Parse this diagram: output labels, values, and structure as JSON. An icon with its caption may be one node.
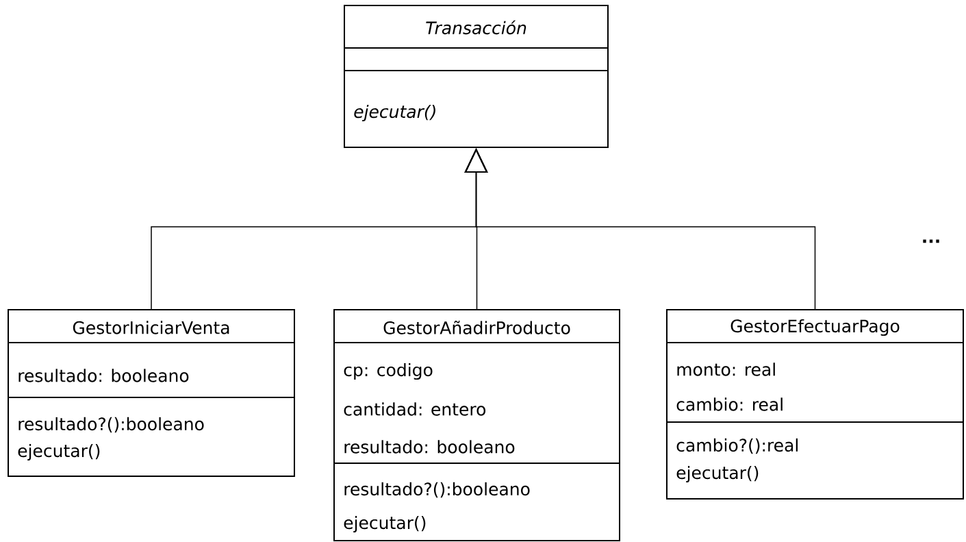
{
  "diagram": {
    "nodes": [
      {
        "text": [
          "Transacción",
          "ejecutar()"
        ]
      },
      {
        "text": [
          "GestorIniciarVenta",
          "resultado: booleano",
          "resultado?():booleano",
          "ejecutar()"
        ]
      },
      {
        "text": [
          "GestorAñadirProducto",
          "cp: codigo",
          "cantidad: entero",
          "resultado: booleano",
          "resultado?():booleano",
          "ejecutar()"
        ]
      },
      {
        "text": [
          "GestorEfectuarPago",
          "monto: real",
          "cambio: real",
          "cambio?():real",
          "ejecutar()"
        ]
      }
    ],
    "edges": [
      {
        "from": 1,
        "to": 0,
        "arrow": "to"
      },
      {
        "from": 2,
        "to": 0,
        "arrow": "to"
      },
      {
        "from": 3,
        "to": 0,
        "arrow": "to"
      }
    ],
    "labels": [
      "..."
    ]
  }
}
